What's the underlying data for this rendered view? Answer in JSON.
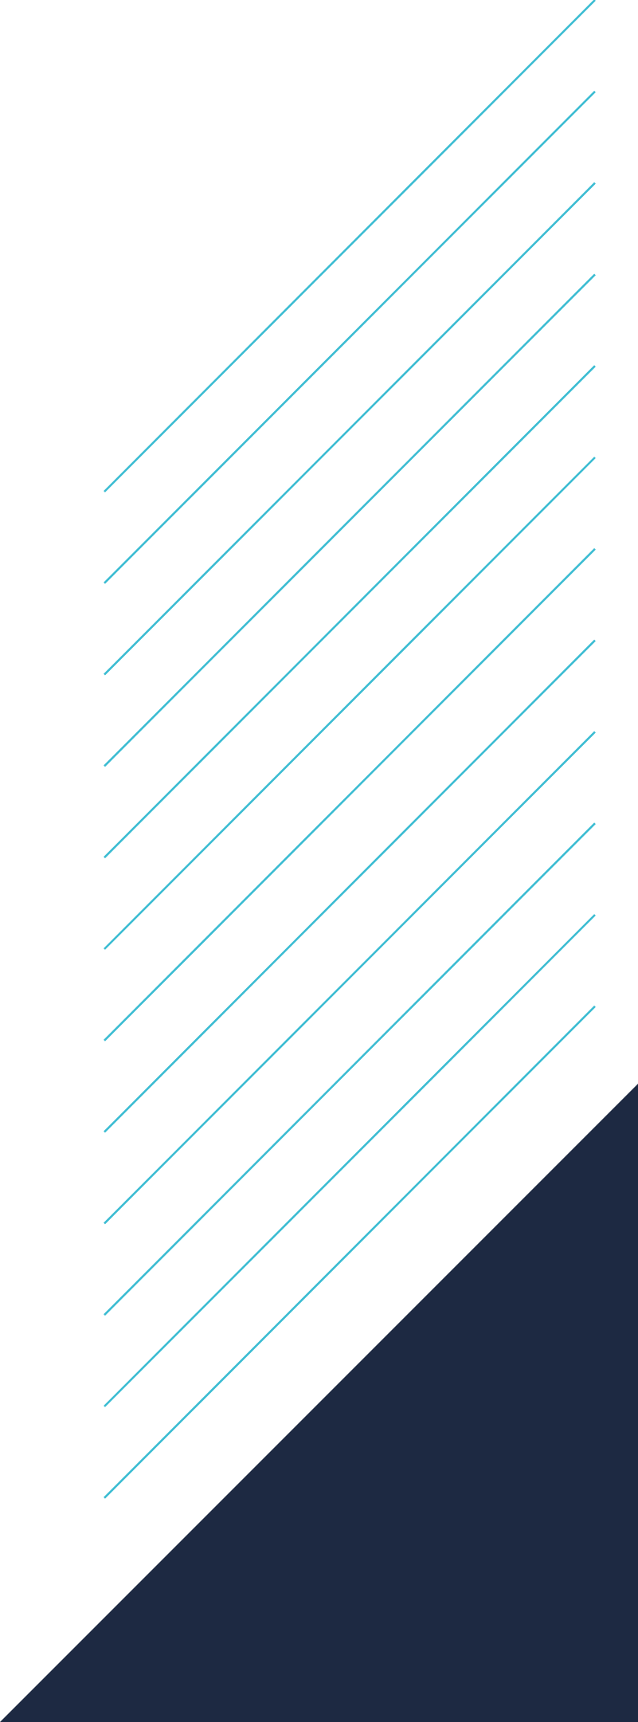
{
  "colors": {
    "background": "#ffffff",
    "stripe": "#3bbcd2",
    "corner": "#1d2942"
  },
  "decoration": {
    "stripe_count": 12,
    "stripe_style": "diagonal-line",
    "corner_shape": "navy-triangle"
  }
}
